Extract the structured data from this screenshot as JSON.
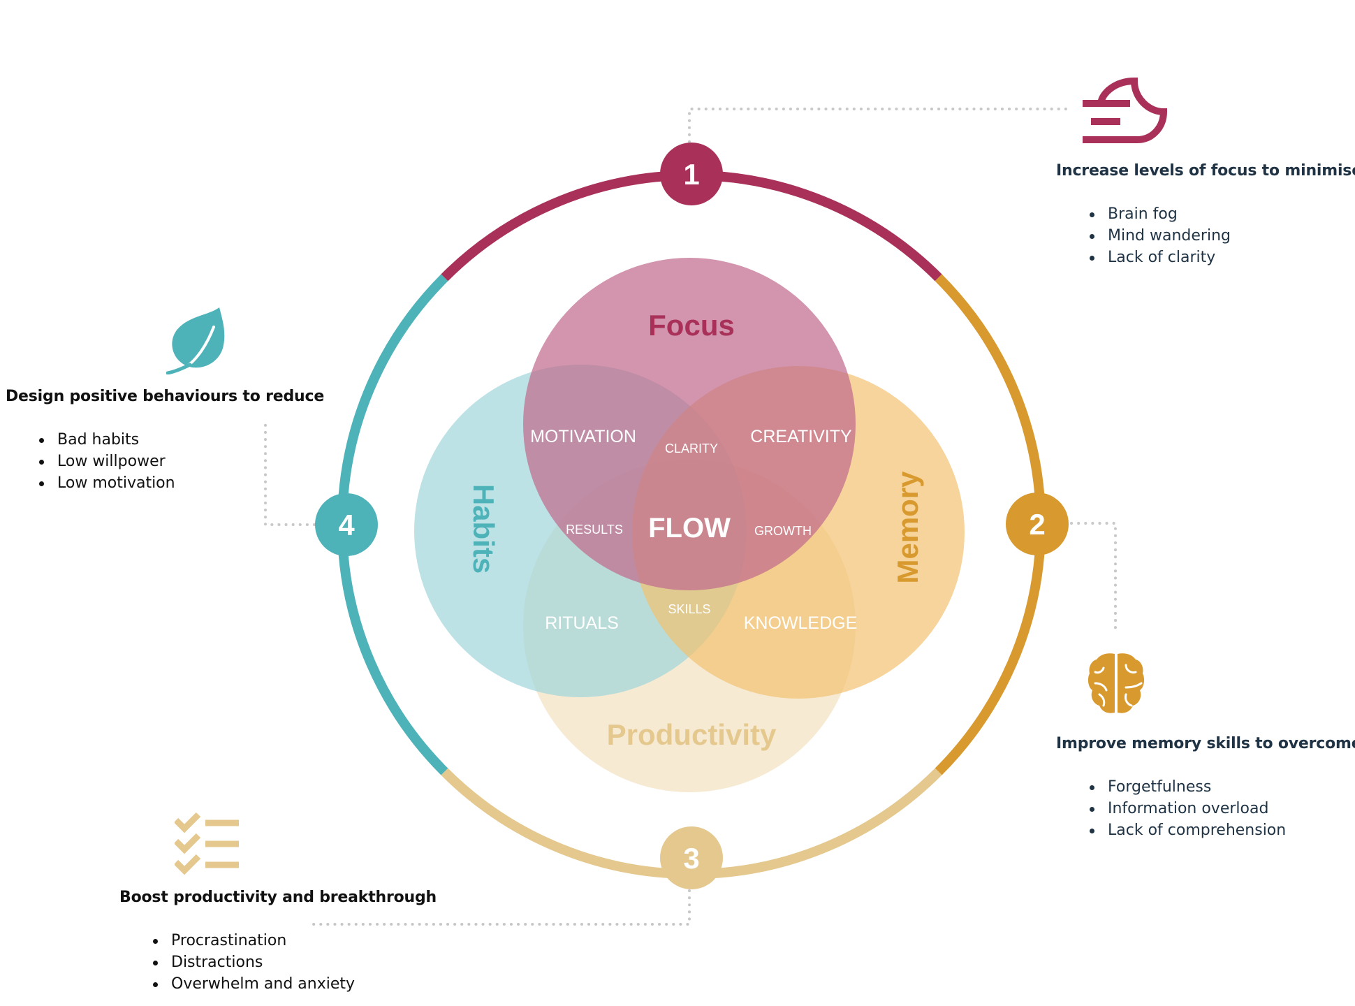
{
  "colors": {
    "focus": "#a93159",
    "memory": "#d89a2e",
    "productivity": "#e4c88e",
    "habits": "#4db3b9",
    "dotted_line": "#c8c8c8",
    "text_navy": "#1f3344",
    "text_black": "#111111"
  },
  "venn": {
    "circles": [
      {
        "key": "focus",
        "label": "Focus",
        "fill": "#c06c8e",
        "opacity": 0.72,
        "label_color": "#a93159"
      },
      {
        "key": "habits",
        "label": "Habits",
        "fill": "#9fd5da",
        "opacity": 0.7,
        "label_color": "#4db3b9"
      },
      {
        "key": "memory",
        "label": "Memory",
        "fill": "#f2c270",
        "opacity": 0.7,
        "label_color": "#d89a2e"
      },
      {
        "key": "productivity",
        "label": "Productivity",
        "fill": "#eed9ae",
        "opacity": 0.55,
        "label_color": "#e4c88e"
      }
    ],
    "center_label": "FLOW",
    "intersections": {
      "motivation": "MOTIVATION",
      "creativity": "CREATIVITY",
      "clarity": "CLARITY",
      "results": "RESULTS",
      "growth": "GROWTH",
      "rituals": "RITUALS",
      "knowledge": "KNOWLEDGE",
      "skills": "SKILLS"
    }
  },
  "ring": {
    "segments": [
      {
        "key": "focus",
        "color": "#a93159"
      },
      {
        "key": "memory",
        "color": "#d89a2e"
      },
      {
        "key": "productivity",
        "color": "#e4c88e"
      },
      {
        "key": "habits",
        "color": "#4db3b9"
      }
    ],
    "badges": [
      {
        "number": "1",
        "color": "#a93159"
      },
      {
        "number": "2",
        "color": "#d89a2e"
      },
      {
        "number": "3",
        "color": "#e4c88e"
      },
      {
        "number": "4",
        "color": "#4db3b9"
      }
    ]
  },
  "info": {
    "focus": {
      "icon": "focus-wind-icon",
      "heading": "Increase levels of focus to minimise",
      "items": [
        "Brain fog",
        "Mind wandering",
        "Lack of clarity"
      ]
    },
    "memory": {
      "icon": "brain-icon",
      "heading": "Improve memory skills to overcome",
      "items": [
        "Forgetfulness",
        "Information overload",
        "Lack of comprehension"
      ]
    },
    "productivity": {
      "icon": "checklist-icon",
      "heading": "Boost productivity and breakthrough",
      "items": [
        "Procrastination",
        "Distractions",
        "Overwhelm and anxiety"
      ]
    },
    "habits": {
      "icon": "leaf-icon",
      "heading": "Design positive behaviours to reduce",
      "items": [
        "Bad habits",
        "Low willpower",
        "Low motivation"
      ]
    }
  }
}
